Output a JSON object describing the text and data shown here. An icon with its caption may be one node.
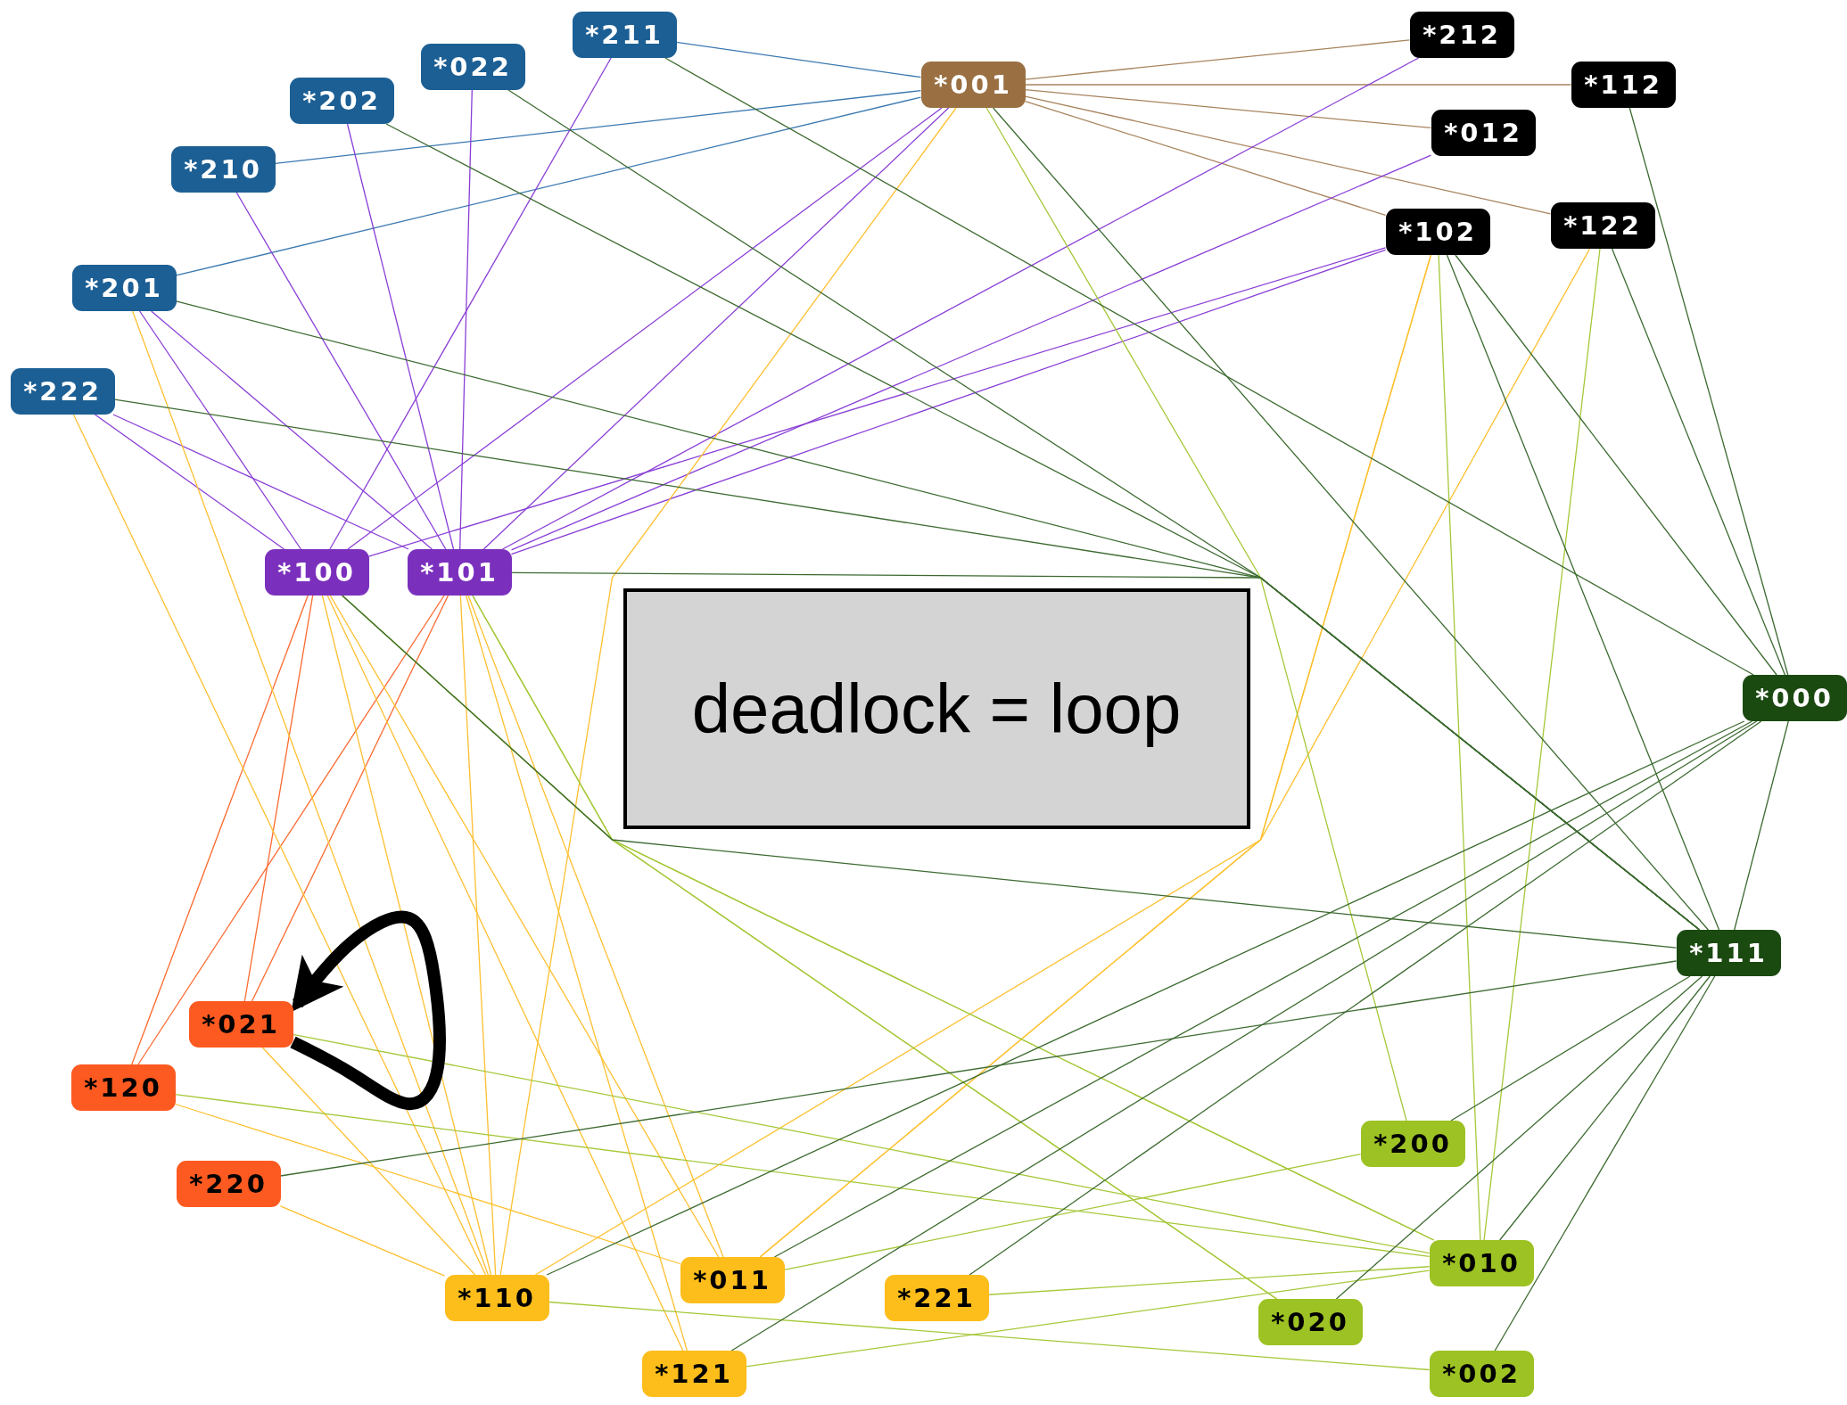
{
  "diagram": {
    "nodes": [
      {
        "text": [
          "*211"
        ]
      },
      {
        "text": [
          "*212"
        ]
      },
      {
        "text": [
          "*022"
        ]
      },
      {
        "text": [
          "*001"
        ]
      },
      {
        "text": [
          "*112"
        ]
      },
      {
        "text": [
          "*202"
        ]
      },
      {
        "text": [
          "*012"
        ]
      },
      {
        "text": [
          "*210"
        ]
      },
      {
        "text": [
          "*122"
        ]
      },
      {
        "text": [
          "*102"
        ]
      },
      {
        "text": [
          "*201"
        ]
      },
      {
        "text": [
          "*222"
        ]
      },
      {
        "text": [
          "*100"
        ]
      },
      {
        "text": [
          "*101"
        ]
      },
      {
        "text": [
          "deadlock = loop"
        ]
      },
      {
        "text": [
          "*000"
        ]
      },
      {
        "text": [
          "*111"
        ]
      },
      {
        "text": [
          "*021"
        ]
      },
      {
        "text": [
          "*120"
        ]
      },
      {
        "text": [
          "*200"
        ]
      },
      {
        "text": [
          "*220"
        ]
      },
      {
        "text": [
          "*010"
        ]
      },
      {
        "text": [
          "*011"
        ]
      },
      {
        "text": [
          "*110"
        ]
      },
      {
        "text": [
          "*221"
        ]
      },
      {
        "text": [
          "*020"
        ]
      },
      {
        "text": [
          "*121"
        ]
      },
      {
        "text": [
          "*002"
        ]
      }
    ],
    "edges": [
      {
        "from": 0,
        "to": 3,
        "arrow": "none",
        "color": "#3a78b0"
      },
      {
        "from": 7,
        "to": 3,
        "arrow": "none",
        "color": "#3a78b0"
      },
      {
        "from": 10,
        "to": 3,
        "arrow": "none",
        "color": "#3a78b0"
      },
      {
        "from": 3,
        "to": 1,
        "arrow": "none",
        "color": "#a8845e"
      },
      {
        "from": 3,
        "to": 4,
        "arrow": "none",
        "color": "#a8845e"
      },
      {
        "from": 3,
        "to": 6,
        "arrow": "none",
        "color": "#a8845e"
      },
      {
        "from": 3,
        "to": 9,
        "arrow": "none",
        "color": "#a8845e"
      },
      {
        "from": 3,
        "to": 8,
        "arrow": "none",
        "color": "#a8845e"
      },
      {
        "from": 0,
        "to": 12,
        "arrow": "none",
        "color": "#8a3fd6"
      },
      {
        "from": 2,
        "to": 13,
        "arrow": "none",
        "color": "#8a3fd6"
      },
      {
        "from": 5,
        "to": 13,
        "arrow": "none",
        "color": "#8a3fd6"
      },
      {
        "from": 7,
        "to": 13,
        "arrow": "none",
        "color": "#8a3fd6"
      },
      {
        "from": 10,
        "to": 12,
        "arrow": "none",
        "color": "#8a3fd6"
      },
      {
        "from": 10,
        "to": 13,
        "arrow": "none",
        "color": "#8a3fd6"
      },
      {
        "from": 11,
        "to": 12,
        "arrow": "none",
        "color": "#8a3fd6"
      },
      {
        "from": 11,
        "to": 13,
        "arrow": "none",
        "color": "#8a3fd6"
      },
      {
        "from": 3,
        "to": 12,
        "arrow": "none",
        "color": "#8a3fd6"
      },
      {
        "from": 3,
        "to": 13,
        "arrow": "none",
        "color": "#8a3fd6"
      },
      {
        "from": 9,
        "to": 12,
        "arrow": "none",
        "color": "#8a3fd6"
      },
      {
        "from": 9,
        "to": 13,
        "arrow": "none",
        "color": "#8a3fd6"
      },
      {
        "from": 6,
        "to": 13,
        "arrow": "none",
        "color": "#8a3fd6"
      },
      {
        "from": 1,
        "to": 13,
        "arrow": "none",
        "color": "#8a3fd6"
      },
      {
        "from": 12,
        "to": 18,
        "arrow": "none",
        "color": "#fc6a30"
      },
      {
        "from": 13,
        "to": 18,
        "arrow": "none",
        "color": "#fc6a30"
      },
      {
        "from": 12,
        "to": 17,
        "arrow": "none",
        "color": "#fc6a30"
      },
      {
        "from": 13,
        "to": 17,
        "arrow": "none",
        "color": "#fc6a30"
      },
      {
        "from": 11,
        "to": 23,
        "arrow": "none",
        "color": "#fdc030"
      },
      {
        "from": 10,
        "to": 23,
        "arrow": "none",
        "color": "#fdc030"
      },
      {
        "from": 12,
        "to": 23,
        "arrow": "none",
        "color": "#fdc030"
      },
      {
        "from": 12,
        "to": 26,
        "arrow": "none",
        "color": "#fdc030"
      },
      {
        "from": 12,
        "to": 22,
        "arrow": "none",
        "color": "#fdc030"
      },
      {
        "from": 13,
        "to": 23,
        "arrow": "none",
        "color": "#fdc030"
      },
      {
        "from": 13,
        "to": 26,
        "arrow": "none",
        "color": "#fdc030"
      },
      {
        "from": 13,
        "to": 22,
        "arrow": "none",
        "color": "#fdc030"
      },
      {
        "from": 18,
        "to": 22,
        "arrow": "none",
        "color": "#fdc030"
      },
      {
        "from": 3,
        "to": 23,
        "arrow": "none",
        "color": "#fdc030"
      },
      {
        "from": 9,
        "to": 23,
        "arrow": "none",
        "color": "#fdc030"
      },
      {
        "from": 9,
        "to": 22,
        "arrow": "none",
        "color": "#fdc030"
      },
      {
        "from": 8,
        "to": 22,
        "arrow": "none",
        "color": "#fdc030"
      },
      {
        "from": 17,
        "to": 23,
        "arrow": "none",
        "color": "#fdc030"
      },
      {
        "from": 20,
        "to": 23,
        "arrow": "none",
        "color": "#fdc030"
      },
      {
        "from": 3,
        "to": 19,
        "arrow": "none",
        "color": "#a6c83a"
      },
      {
        "from": 9,
        "to": 21,
        "arrow": "none",
        "color": "#a6c83a"
      },
      {
        "from": 8,
        "to": 21,
        "arrow": "none",
        "color": "#a6c83a"
      },
      {
        "from": 12,
        "to": 21,
        "arrow": "none",
        "color": "#a6c83a"
      },
      {
        "from": 12,
        "to": 25,
        "arrow": "none",
        "color": "#a6c83a"
      },
      {
        "from": 13,
        "to": 21,
        "arrow": "none",
        "color": "#a6c83a"
      },
      {
        "from": 13,
        "to": 25,
        "arrow": "none",
        "color": "#a6c83a"
      },
      {
        "from": 17,
        "to": 21,
        "arrow": "none",
        "color": "#a6c83a"
      },
      {
        "from": 18,
        "to": 21,
        "arrow": "none",
        "color": "#a6c83a"
      },
      {
        "from": 22,
        "to": 19,
        "arrow": "none",
        "color": "#a6c83a"
      },
      {
        "from": 24,
        "to": 21,
        "arrow": "none",
        "color": "#a6c83a"
      },
      {
        "from": 26,
        "to": 21,
        "arrow": "none",
        "color": "#a6c83a"
      },
      {
        "from": 23,
        "to": 27,
        "arrow": "none",
        "color": "#a6c83a"
      },
      {
        "from": 0,
        "to": 15,
        "arrow": "none",
        "color": "#3c6a30"
      },
      {
        "from": 2,
        "to": 16,
        "arrow": "none",
        "color": "#3c6a30"
      },
      {
        "from": 5,
        "to": 16,
        "arrow": "none",
        "color": "#3c6a30"
      },
      {
        "from": 10,
        "to": 16,
        "arrow": "none",
        "color": "#3c6a30"
      },
      {
        "from": 11,
        "to": 16,
        "arrow": "none",
        "color": "#3c6a30"
      },
      {
        "from": 12,
        "to": 16,
        "arrow": "none",
        "color": "#3c6a30"
      },
      {
        "from": 13,
        "to": 16,
        "arrow": "none",
        "color": "#3c6a30"
      },
      {
        "from": 3,
        "to": 16,
        "arrow": "none",
        "color": "#3c6a30"
      },
      {
        "from": 9,
        "to": 16,
        "arrow": "none",
        "color": "#3c6a30"
      },
      {
        "from": 9,
        "to": 15,
        "arrow": "none",
        "color": "#3c6a30"
      },
      {
        "from": 8,
        "to": 15,
        "arrow": "none",
        "color": "#3c6a30"
      },
      {
        "from": 4,
        "to": 15,
        "arrow": "none",
        "color": "#3c6a30"
      },
      {
        "from": 15,
        "to": 16,
        "arrow": "none",
        "color": "#3c6a30"
      },
      {
        "from": 15,
        "to": 23,
        "arrow": "none",
        "color": "#3c6a30"
      },
      {
        "from": 15,
        "to": 22,
        "arrow": "none",
        "color": "#3c6a30"
      },
      {
        "from": 15,
        "to": 26,
        "arrow": "none",
        "color": "#3c6a30"
      },
      {
        "from": 15,
        "to": 24,
        "arrow": "none",
        "color": "#3c6a30"
      },
      {
        "from": 16,
        "to": 20,
        "arrow": "none",
        "color": "#3c6a30"
      },
      {
        "from": 16,
        "to": 19,
        "arrow": "none",
        "color": "#3c6a30"
      },
      {
        "from": 16,
        "to": 25,
        "arrow": "none",
        "color": "#3c6a30"
      },
      {
        "from": 16,
        "to": 21,
        "arrow": "none",
        "color": "#3c6a30"
      },
      {
        "from": 16,
        "to": 27,
        "arrow": "none",
        "color": "#3c6a30"
      },
      {
        "from": 17,
        "to": 17,
        "arrow": "to",
        "style": "thick",
        "color": "#000000"
      }
    ]
  }
}
